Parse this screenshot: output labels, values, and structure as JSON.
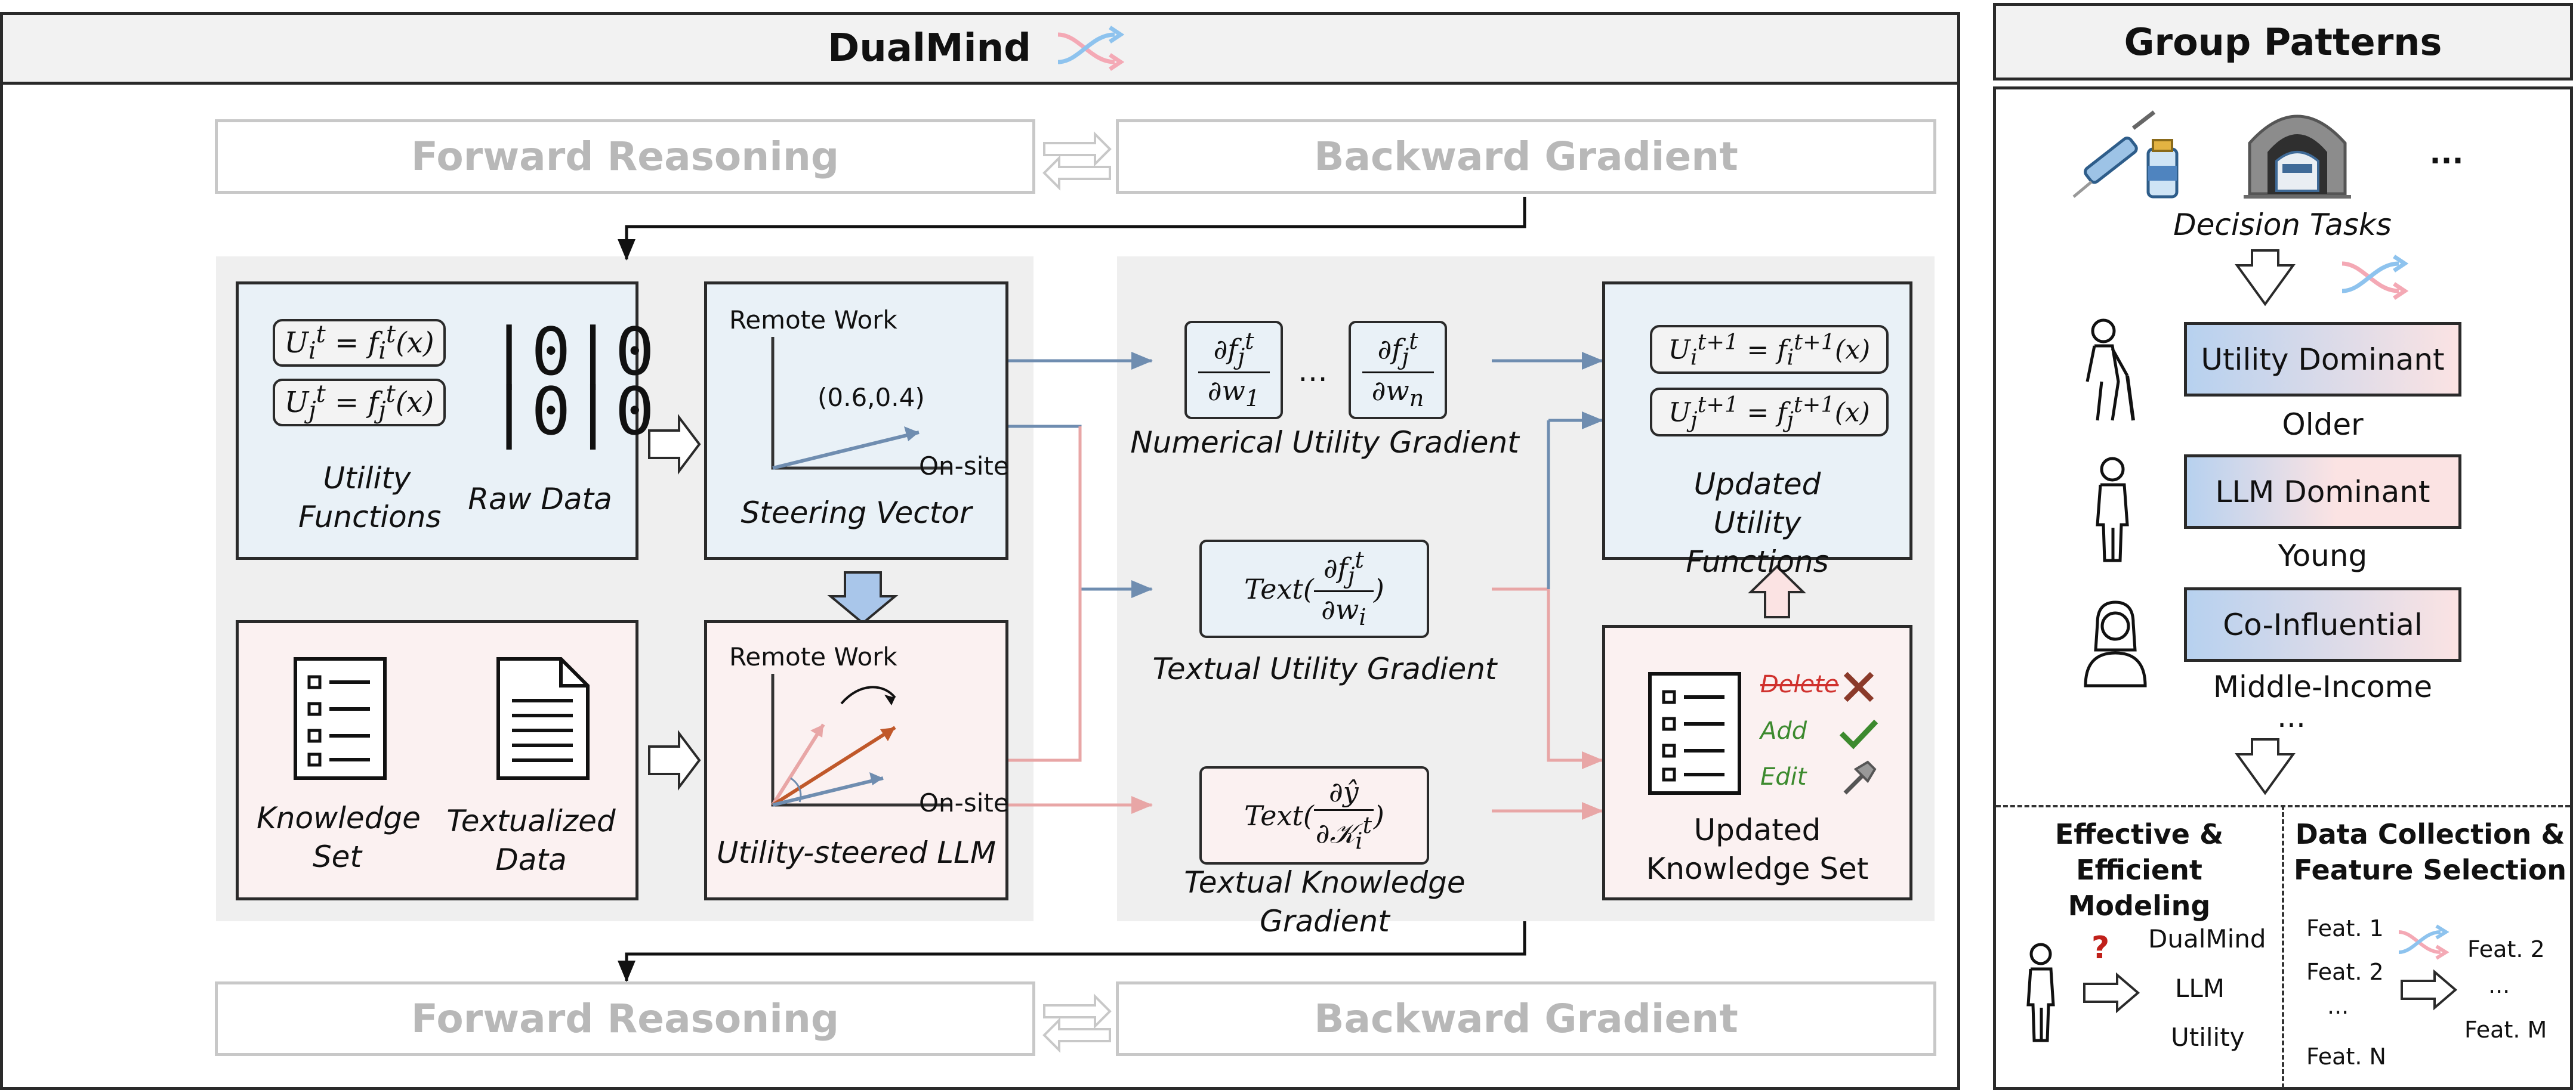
{
  "dualmind": {
    "title": "DualMind",
    "top_forward": "Forward Reasoning",
    "top_backward": "Backward Gradient",
    "bottom_forward": "Forward Reasoning",
    "bottom_backward": "Backward Gradient",
    "utility_formula_i": "U_i^t = f_i^t(x)",
    "utility_formula_j": "U_j^t = f_j^t(x)",
    "raw_data_glyph_1": "|0|0",
    "raw_data_glyph_2": "|0|0",
    "utility_functions_label": "Utility Functions",
    "raw_data_label": "Raw Data",
    "steering_axis_y": "Remote Work",
    "steering_axis_x": "On-site",
    "steering_point": "(0.6,0.4)",
    "steering_vector_label": "Steering Vector",
    "knowledge_set_label": "Knowledge Set",
    "textualized_data_label": "Textualized Data",
    "llm_axis_y": "Remote Work",
    "llm_axis_x": "On-site",
    "llm_label": "Utility-steered LLM",
    "numerical_grad_1": "∂f_j^t / ∂w_1",
    "numerical_grad_ellipsis": "…",
    "numerical_grad_n": "∂f_j^t / ∂w_n",
    "numerical_grad_label": "Numerical Utility Gradient",
    "textual_utility_grad": "Text(∂f_j^t / ∂w_i)",
    "textual_utility_grad_label": "Textual Utility Gradient",
    "textual_knowledge_grad": "Text(∂ŷ / ∂K_i^t)",
    "textual_knowledge_grad_label": "Textual Knowledge Gradient",
    "updated_formula_i": "U_i^{t+1} = f_i^{t+1}(x)",
    "updated_formula_j": "U_j^{t+1} = f_j^{t+1}(x)",
    "updated_utility_label": "Updated Utility Functions",
    "op_delete": "Delete",
    "op_add": "Add",
    "op_edit": "Edit",
    "updated_knowledge_label": "Updated Knowledge Set"
  },
  "group": {
    "title": "Group Patterns",
    "tasks_ellipsis": "...",
    "tasks_label": "Decision Tasks",
    "bar_1": "Utility Dominant",
    "group_1": "Older",
    "bar_2": "LLM Dominant",
    "group_2": "Young",
    "bar_3": "Co-Influential",
    "group_3": "Middle-Income",
    "groups_ellipsis": "...",
    "left_title": "Effective & Efficient Modeling",
    "question_mark": "?",
    "model_1": "DualMind",
    "model_2": "LLM",
    "model_3": "Utility",
    "right_title": "Data Collection & Feature Selection",
    "feat_1": "Feat. 1",
    "feat_2": "Feat. 2",
    "feat_dots_left": "...",
    "feat_n": "Feat. N",
    "feat_out_2": "Feat. 2",
    "feat_dots_right": "...",
    "feat_m": "Feat. M"
  },
  "colors": {
    "blue_box": "#e9f1f7",
    "pink_box": "#fbf1f1",
    "blue_arrow": "#6f8db0",
    "pink_arrow": "#e8a6a6",
    "delete_red": "#d0312d",
    "add_green": "#3c8a2e"
  }
}
